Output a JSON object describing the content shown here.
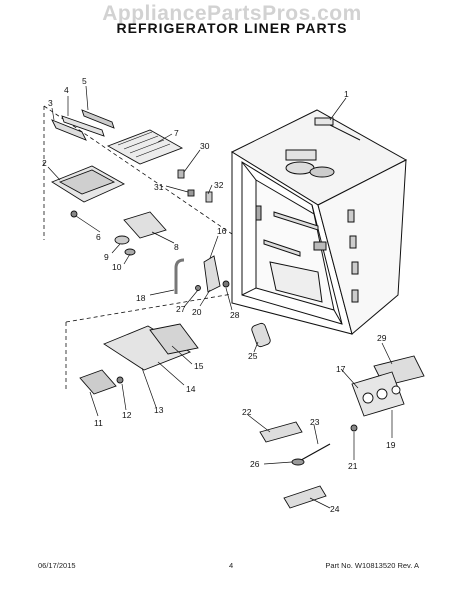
{
  "watermark": "AppliancePartsPros.com",
  "title": "REFRIGERATOR LINER PARTS",
  "callouts": [
    "1",
    "2",
    "3",
    "4",
    "5",
    "6",
    "7",
    "8",
    "9",
    "10",
    "11",
    "12",
    "13",
    "14",
    "15",
    "16",
    "17",
    "18",
    "19",
    "20",
    "21",
    "22",
    "23",
    "24",
    "25",
    "26",
    "27",
    "28",
    "29",
    "30",
    "31",
    "32"
  ],
  "footer": {
    "date": "06/17/2015",
    "page": "4",
    "part": "Part No. W10813520  Rev. A"
  },
  "colors": {
    "line": "#111111",
    "part_fill": "#e6e6e6",
    "part_dark": "#555555",
    "watermark": "#d2d2d2"
  }
}
